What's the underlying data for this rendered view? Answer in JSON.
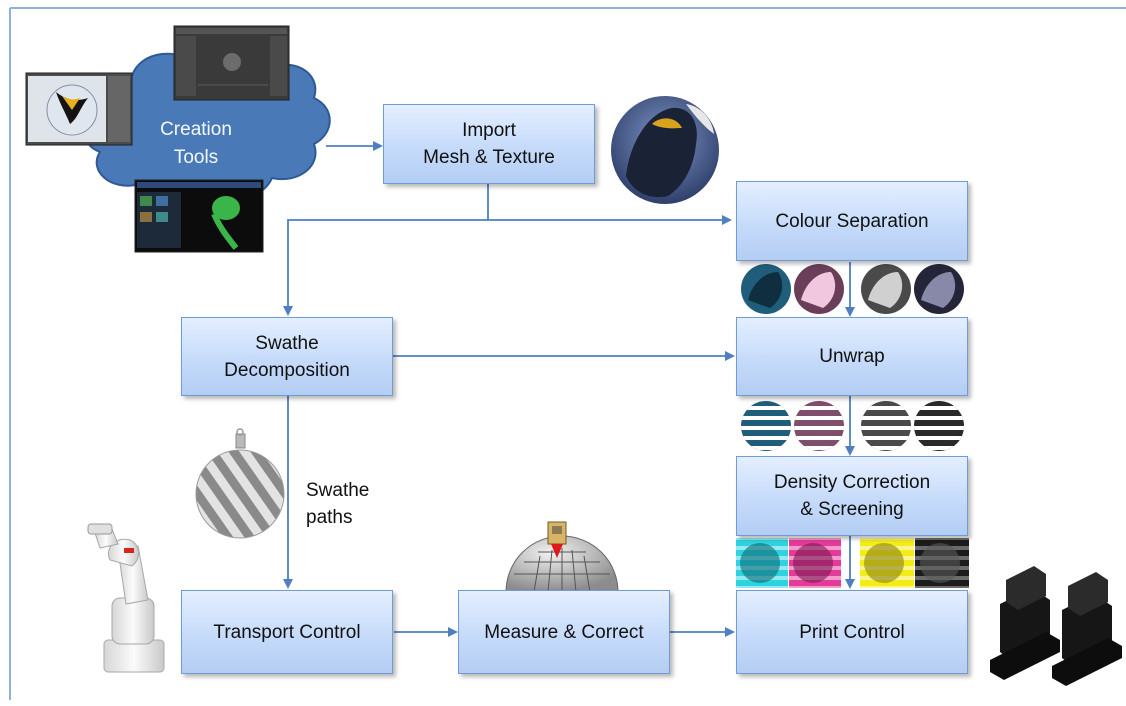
{
  "cloud": {
    "line1": "Creation",
    "line2": "Tools"
  },
  "boxes": {
    "import": {
      "line1": "Import",
      "line2": "Mesh & Texture"
    },
    "colour_separation": {
      "line1": "Colour Separation"
    },
    "swathe_decomposition": {
      "line1": "Swathe",
      "line2": "Decomposition"
    },
    "unwrap": {
      "line1": "Unwrap"
    },
    "density_correction": {
      "line1": "Density Correction",
      "line2": "& Screening"
    },
    "transport_control": {
      "line1": "Transport Control"
    },
    "measure_correct": {
      "line1": "Measure & Correct"
    },
    "print_control": {
      "line1": "Print Control"
    }
  },
  "swathe_paths_label": {
    "line1": "Swathe",
    "line2": "paths"
  },
  "colors": {
    "box_border": "#6f9bd6",
    "box_fill_top": "#e4efff",
    "box_fill_bottom": "#b3cdf3",
    "arrow": "#4f7fc0",
    "cloud_fill": "#4a79b8",
    "cloud_stroke": "#2d5a96",
    "frame": "#8fb0dc"
  }
}
